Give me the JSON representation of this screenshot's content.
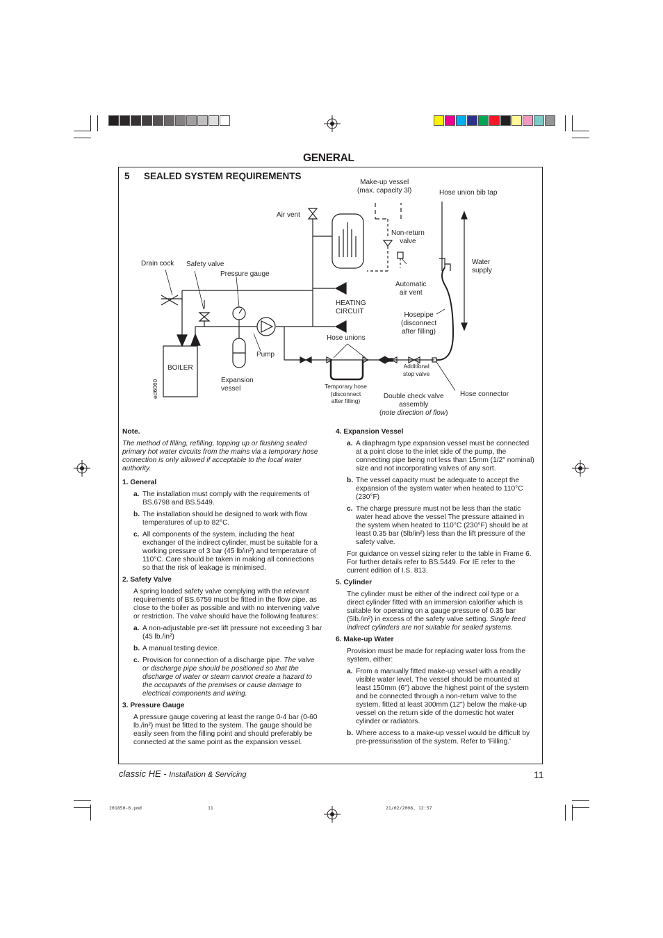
{
  "header": {
    "title": "GENERAL"
  },
  "section": {
    "number": "5",
    "title": "SEALED SYSTEM REQUIREMENTS"
  },
  "diagram": {
    "labels": {
      "makeup_vessel": "Make-up vessel",
      "makeup_capacity": "(max. capacity 3l)",
      "hose_union_bib_tap": "Hose union bib tap",
      "air_vent": "Air vent",
      "non_return_1": "Non-return",
      "non_return_2": "valve",
      "drain_cock": "Drain cock",
      "safety_valve": "Safety valve",
      "pressure_gauge": "Pressure gauge",
      "water_supply_1": "Water",
      "water_supply_2": "supply",
      "auto_air_vent_1": "Automatic",
      "auto_air_vent_2": "air vent",
      "heating_circuit_1": "HEATING",
      "heating_circuit_2": "CIRCUIT",
      "hosepipe_1": "Hosepipe",
      "hosepipe_2": "(disconnect",
      "hosepipe_3": "after filling)",
      "hose_unions": "Hose unions",
      "pump": "Pump",
      "boiler": "BOILER",
      "expansion_1": "Expansion",
      "expansion_2": "vessel",
      "drawing_ref": "ed6060",
      "additional_stop_1": "Additional",
      "additional_stop_2": "stop valve",
      "temp_hose_1": "Temporary hose",
      "temp_hose_2": "(disconnect",
      "temp_hose_3": "after filling)",
      "double_check_1": "Double check valve",
      "double_check_2": "assembly",
      "double_check_3": "note direction of flow",
      "hose_connector": "Hose connector"
    }
  },
  "left_col": {
    "note_heading": "Note.",
    "note_text": "The method of filling, refilling, topping up or flushing sealed primary hot water circuits from the mains via a temporary hose connection is only allowed if acceptable to the local water authority.",
    "s1": {
      "heading": "1.   General",
      "a_letter": "a.",
      "a": "The installation must comply with the requirements of BS.6798 and BS.5449.",
      "b_letter": "b.",
      "b": "The installation should be designed to work with flow temperatures of up to 82°C.",
      "c_letter": "c.",
      "c": "All components of the system, including the heat exchanger of the indirect cylinder, must be suitable for a working pressure of 3 bar (45 lb/in²) and temperature of 110°C.  Care should be taken in making all connections so that the risk of leakage is minimised."
    },
    "s2": {
      "heading": "2.   Safety Valve",
      "intro": "A spring loaded safety valve complying with the relevant requirements of BS.6759 must be fitted in the flow pipe, as close to the boiler as possible and with no intervening valve or restriction.  The valve should have the following features:",
      "a_letter": "a.",
      "a": "A non-adjustable pre-set lift pressure not exceeding 3 bar (45 lb./in²)",
      "b_letter": "b.",
      "b": "A manual testing device.",
      "c_letter": "c.",
      "c_plain": "Provision for connection of a discharge pipe. ",
      "c_italic": "The valve or discharge pipe should be positioned so that the discharge of water or steam cannot create a hazard to the occupants of the premises or cause damage to electrical components and wiring."
    },
    "s3": {
      "heading": "3.   Pressure Gauge",
      "text": "A pressure gauge covering at least the range 0-4 bar (0-60 lb./in²) must be fitted to the system.  The gauge should be easily seen from the filling point and should preferably be connected at the same point as the expansion vessel."
    }
  },
  "right_col": {
    "s4": {
      "heading": "4.   Expansion Vessel",
      "a_letter": "a.",
      "a": "A diaphragm type expansion vessel must be connected at a point close to the inlet side of the pump, the connecting pipe being not less than 15mm (1/2\" nominal) size and not incorporating valves of any sort.",
      "b_letter": "b.",
      "b": "The vessel capacity must be adequate to accept the expansion of the system water when heated to 110°C (230°F)",
      "c_letter": "c.",
      "c": "The charge pressure must not be less than the static water head above the vessel  The pressure attained in the system when heated to 110°C (230°F) should be at least 0.35 bar (5lb/in²) less than the lift pressure of the safety valve.",
      "guidance": "For guidance on vessel sizing refer to the table in Frame 6.  For further details refer to BS.5449.  For IE refer to the current edition of I.S. 813."
    },
    "s5": {
      "heading": "5.   Cylinder",
      "text_plain": "The cylinder must be either of the indirect coil type or a direct cylinder fitted with an immersion calorifier which is suitable for operating on a gauge pressure of 0.35 bar (5lb./in²) in excess of the safety valve setting.  ",
      "text_italic": "Single feed indirect cylinders are not suitable for sealed systems."
    },
    "s6": {
      "heading": "6.   Make-up  Water",
      "intro": "Provision must be made for replacing water loss from the system, either:",
      "a_letter": "a.",
      "a": "From a manually fitted make-up vessel with a readily visible water level.  The vessel should be mounted at least 150mm (6\") above the highest point of the system and be connected through a non-return valve to the system, fitted at least 300mm (12\") below the make-up vessel on the return side of the domestic hot water cylinder or radiators.",
      "b_letter": "b.",
      "b": "Where access to a make-up vessel would be difficult by pre-pressurisation of the system.  Refer to 'Filling.'"
    }
  },
  "footer": {
    "brand": "classic HE - ",
    "subtitle": "Installation & Servicing",
    "page": "11",
    "slug_file": "201850-6.pmd",
    "slug_page": "11",
    "slug_date": "21/02/2008, 12:57"
  },
  "colors": {
    "ink": "#231f20",
    "greys": [
      "#231f20",
      "#2b2728",
      "#353132",
      "#423e3f",
      "#555152",
      "#6b6768",
      "#858182",
      "#a19e9f",
      "#bfbdbd",
      "#dedcdc",
      "#ffffff"
    ],
    "process": [
      "#fff200",
      "#ec008c",
      "#00aeef",
      "#2e3192",
      "#00a651",
      "#ed1c24",
      "#231f20",
      "#fff799",
      "#f49ac1",
      "#7accc8",
      "#939598"
    ]
  }
}
